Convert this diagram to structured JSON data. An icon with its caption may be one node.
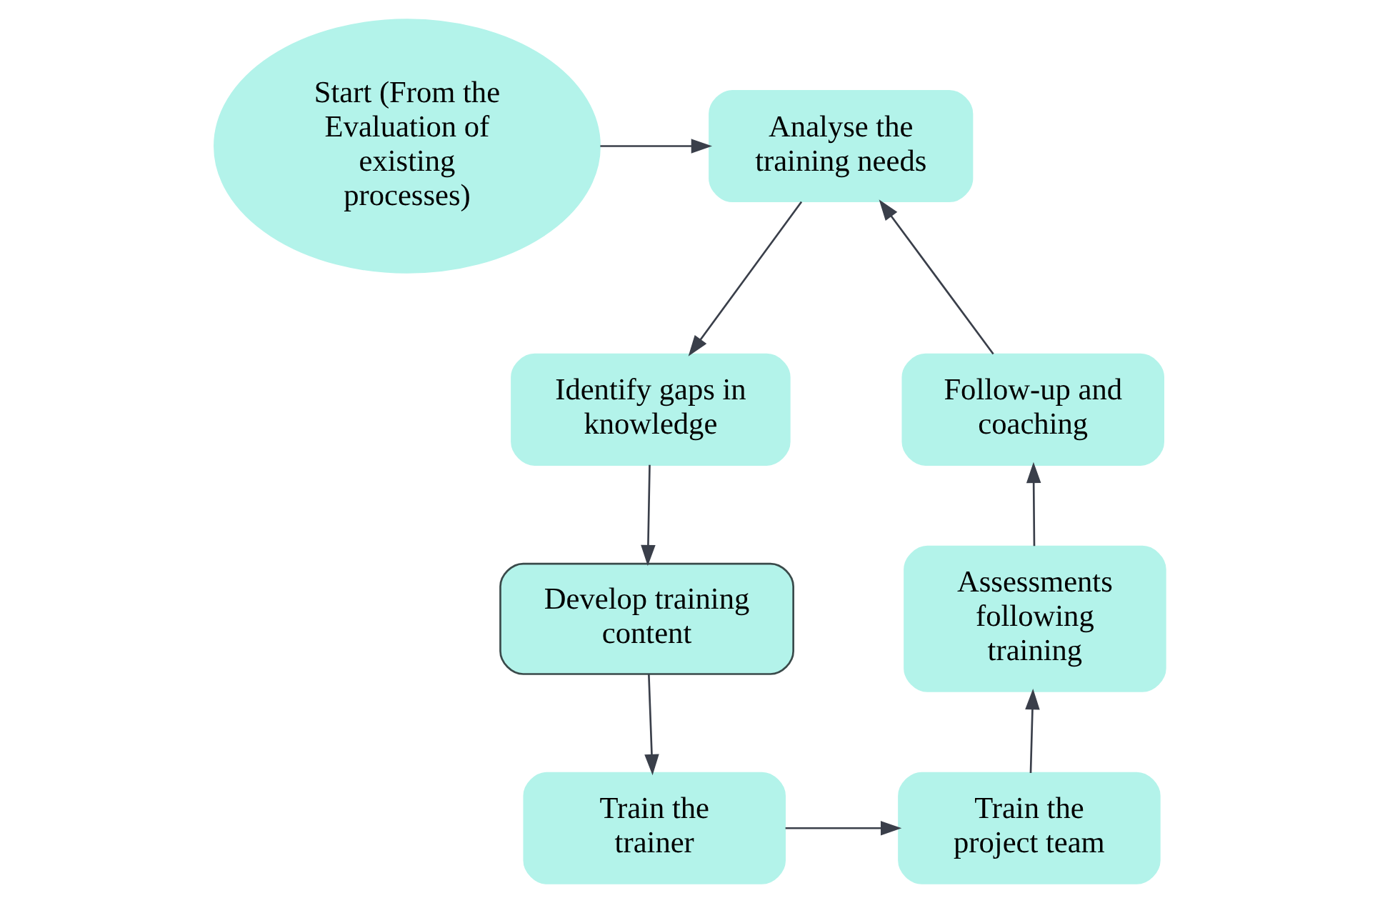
{
  "diagram": {
    "nodes": [
      {
        "text": [
          "Start (From the Evaluation of existing processes)"
        ]
      },
      {
        "text": [
          "Analyse the training needs"
        ]
      },
      {
        "text": [
          "Identify gaps in knowledge"
        ]
      },
      {
        "text": [
          "Develop training content"
        ]
      },
      {
        "text": [
          "Train the trainer"
        ]
      },
      {
        "text": [
          "Train the project team"
        ]
      },
      {
        "text": [
          "Assessments following training"
        ]
      },
      {
        "text": [
          "Follow-up and coaching"
        ]
      }
    ],
    "edges": [
      {
        "from": 0,
        "to": 1,
        "arrow": "to"
      },
      {
        "from": 1,
        "to": 2,
        "arrow": "to"
      },
      {
        "from": 2,
        "to": 3,
        "arrow": "to"
      },
      {
        "from": 3,
        "to": 4,
        "arrow": "to"
      },
      {
        "from": 4,
        "to": 5,
        "arrow": "to"
      },
      {
        "from": 5,
        "to": 6,
        "arrow": "to"
      },
      {
        "from": 6,
        "to": 7,
        "arrow": "to"
      },
      {
        "from": 7,
        "to": 1,
        "arrow": "to"
      }
    ]
  }
}
